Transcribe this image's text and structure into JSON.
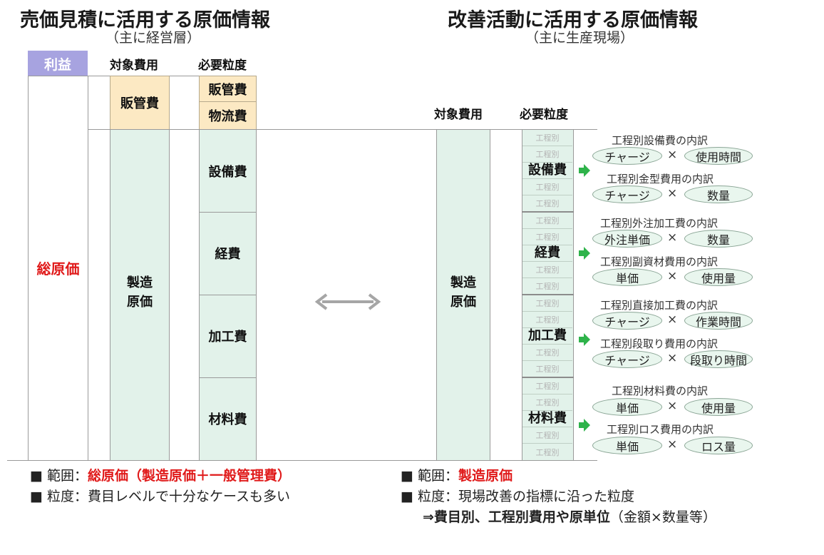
{
  "left": {
    "title": "売価見積に活用する原価情報",
    "subtitle": "（主に経営層）",
    "profit": "利益",
    "total_cost": "総原価",
    "col_target": "対象費用",
    "col_granularity": "必要粒度",
    "sga": "販管費",
    "sga_fine": "販管費",
    "logistics": "物流費",
    "mfg_cost": "製造\n原価",
    "items": [
      "設備費",
      "経費",
      "加工費",
      "材料費"
    ]
  },
  "right": {
    "title": "改善活動に活用する原価情報",
    "subtitle": "（主に生産現場）",
    "col_target": "対象費用",
    "col_granularity": "必要粒度",
    "mfg_cost": "製造\n原価",
    "process_label": "工程別",
    "groups": [
      {
        "name": "設備費",
        "details": [
          {
            "caption": "工程別設備費の内訳",
            "left": "チャージ",
            "right": "使用時間"
          },
          {
            "caption": "工程別金型費用の内訳",
            "left": "チャージ",
            "right": "数量"
          }
        ]
      },
      {
        "name": "経費",
        "details": [
          {
            "caption": "工程別外注加工費の内訳",
            "left": "外注単価",
            "right": "数量"
          },
          {
            "caption": "工程別副資材費用の内訳",
            "left": "単価",
            "right": "使用量"
          }
        ]
      },
      {
        "name": "加工費",
        "details": [
          {
            "caption": "工程別直接加工費の内訳",
            "left": "チャージ",
            "right": "作業時間"
          },
          {
            "caption": "工程別段取り費用の内訳",
            "left": "チャージ",
            "right": "段取り時間"
          }
        ]
      },
      {
        "name": "材料費",
        "details": [
          {
            "caption": "工程別材料費の内訳",
            "left": "単価",
            "right": "使用量"
          },
          {
            "caption": "工程別ロス費用の内訳",
            "left": "単価",
            "right": "ロス量"
          }
        ]
      }
    ],
    "times": "×"
  },
  "notes_left": {
    "scope_label": "■ 範囲：",
    "scope_value": "総原価（製造原価＋一般管理費）",
    "gran_label": "■ 粒度：",
    "gran_value": "費目レベルで十分なケースも多い"
  },
  "notes_right": {
    "scope_label": "■ 範囲：",
    "scope_value": "製造原価",
    "gran_label": "■ 粒度：",
    "gran_value": "現場改善の指標に沿った粒度",
    "line3_bold": "⇒費目別、工程別費用や原単位",
    "line3_rest": "（金額×数量等）"
  },
  "colors": {
    "profit_bg": "#a7a3e0",
    "mfg_green": "#e2f2ea",
    "sga_tan": "#fce9c3",
    "accent_red": "#e01a1a",
    "arrow_green": "#2eb34a",
    "double_arrow_gray": "#a6a6a6"
  }
}
